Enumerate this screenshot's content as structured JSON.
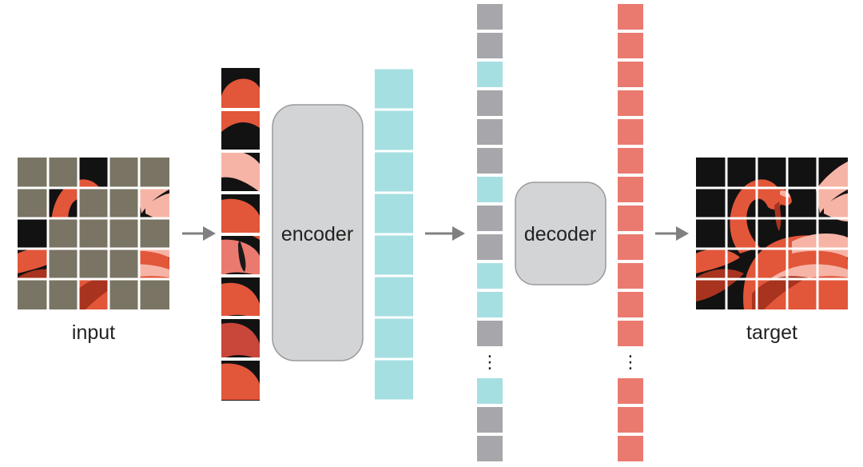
{
  "labels": {
    "input": "input",
    "target": "target",
    "encoder": "encoder",
    "decoder": "decoder",
    "ellipsis": "⋮"
  },
  "grid": {
    "rows": 5,
    "cols": 5,
    "masked": [
      [
        1,
        1,
        0,
        1,
        1
      ],
      [
        1,
        0,
        1,
        1,
        0
      ],
      [
        0,
        1,
        1,
        1,
        1
      ],
      [
        0,
        1,
        1,
        1,
        0
      ],
      [
        1,
        1,
        0,
        1,
        1
      ]
    ]
  },
  "decoder_input_tokens": [
    "mask",
    "mask",
    "visible",
    "mask",
    "mask",
    "mask",
    "visible",
    "mask",
    "mask",
    "visible",
    "visible",
    "mask",
    "ellipsis",
    "visible",
    "mask",
    "mask"
  ],
  "colors": {
    "mask_patch": "#7a7464",
    "mask_token": "#a7a7ab",
    "encoded_token": "#a6dfe2",
    "decoded_token": "#ea7a6f",
    "block_fill": "#d3d4d6",
    "block_stroke": "#9a9a9c",
    "arrow": "#808080",
    "flamingo_bg": "#121212",
    "flamingo_main": "#e2563a",
    "flamingo_light": "#f6b4a6",
    "flamingo_dark": "#a8331f"
  }
}
